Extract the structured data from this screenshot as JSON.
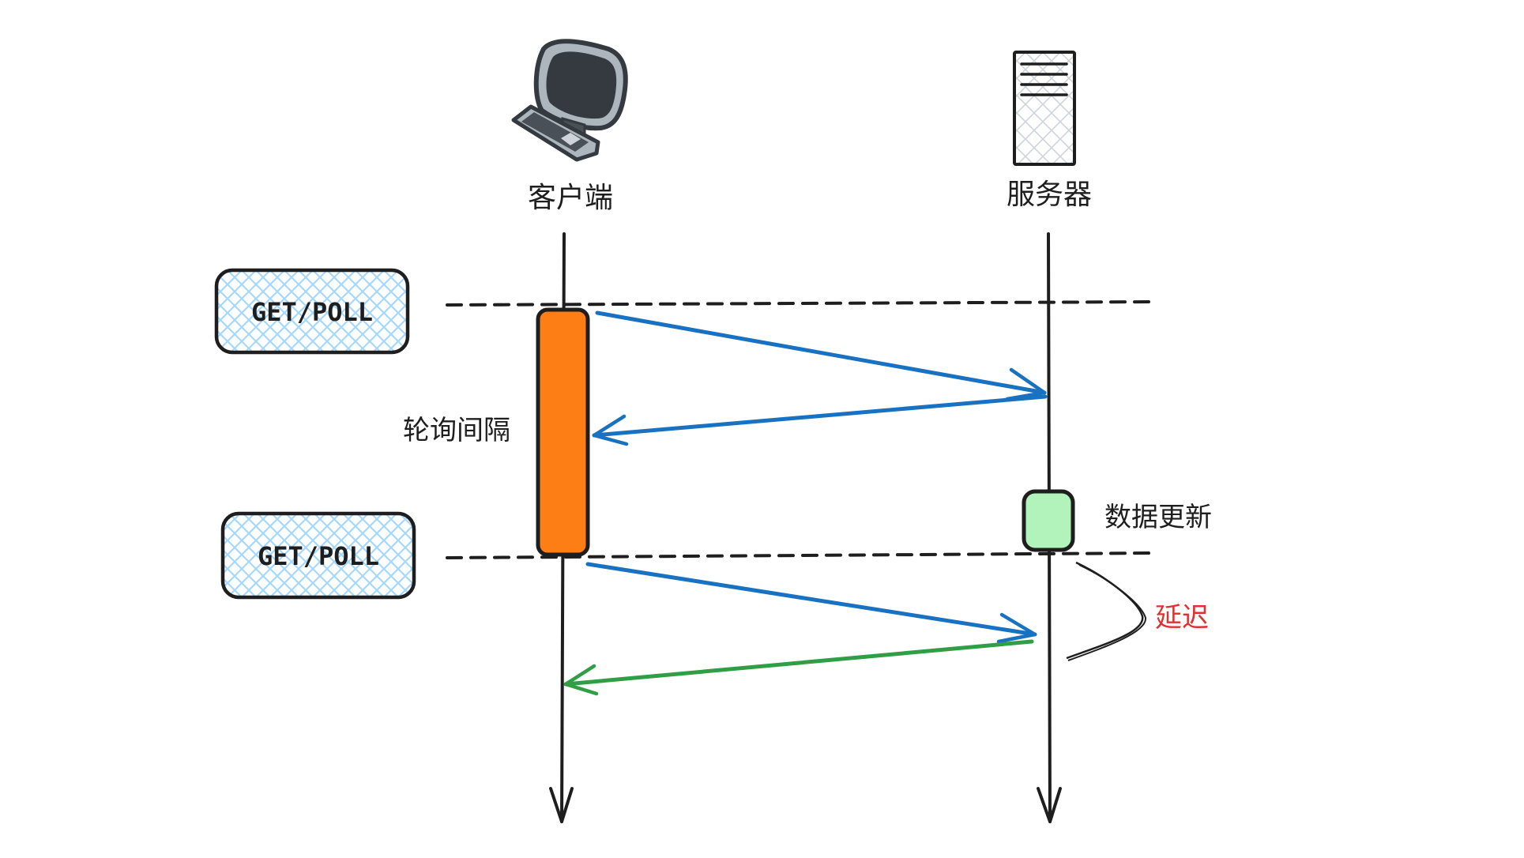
{
  "diagram": {
    "type": "sequence",
    "participants": [
      {
        "id": "client",
        "label": "客户端",
        "icon": "desktop-computer-icon"
      },
      {
        "id": "server",
        "label": "服务器",
        "icon": "server-tower-icon"
      }
    ],
    "tags": [
      {
        "label": "GET/POLL"
      },
      {
        "label": "GET/POLL"
      }
    ],
    "notes": {
      "interval": "轮询间隔",
      "data_update": "数据更新",
      "delay": "延迟"
    },
    "messages": [
      {
        "from": "client",
        "to": "server",
        "kind": "request",
        "color": "#1971c2"
      },
      {
        "from": "server",
        "to": "client",
        "kind": "empty-response",
        "color": "#1971c2"
      },
      {
        "from": "client",
        "to": "server",
        "kind": "request",
        "color": "#1971c2"
      },
      {
        "from": "server",
        "to": "client",
        "kind": "data-response",
        "color": "#2f9e44"
      }
    ],
    "colors": {
      "interval_bar": "#fd7e14",
      "update_box": "#b2f2bb",
      "tag_hatch": "#a5d8ff",
      "delay_text": "#e03131",
      "line": "#1e1e1e"
    }
  }
}
